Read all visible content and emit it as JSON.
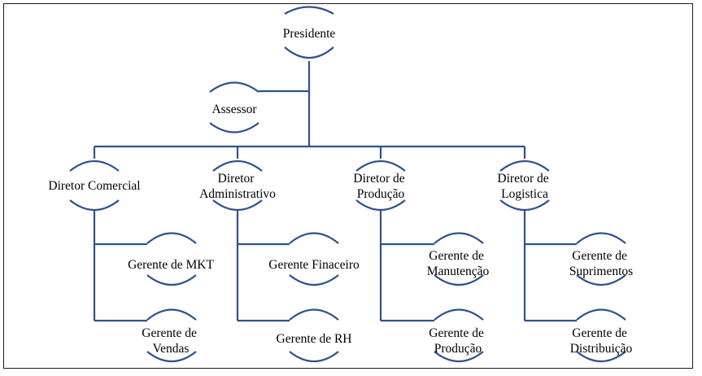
{
  "org_chart": {
    "root": {
      "label": [
        "Presidente"
      ]
    },
    "advisor": {
      "label": [
        "Assessor"
      ]
    },
    "directors": [
      {
        "label": [
          "Diretor Comercial"
        ],
        "managers": [
          {
            "label": [
              "Gerente de MKT"
            ]
          },
          {
            "label": [
              "Gerente de",
              "Vendas"
            ]
          }
        ]
      },
      {
        "label": [
          "Diretor",
          "Administrativo"
        ],
        "managers": [
          {
            "label": [
              "Gerente Finaceiro"
            ]
          },
          {
            "label": [
              "Gerente de RH"
            ]
          }
        ]
      },
      {
        "label": [
          "Diretor de",
          "Produção"
        ],
        "managers": [
          {
            "label": [
              "Gerente de",
              "Manutenção"
            ]
          },
          {
            "label": [
              "Gerente de",
              "Produção"
            ]
          }
        ]
      },
      {
        "label": [
          "Diretor de",
          "Logistica"
        ],
        "managers": [
          {
            "label": [
              "Gerente de",
              "Suprimentos"
            ]
          },
          {
            "label": [
              "Gerente de",
              "Distribuição"
            ]
          }
        ]
      }
    ]
  },
  "colors": {
    "connector": "#2f528f",
    "text": "#000000",
    "frame": "#1a1a1a"
  }
}
